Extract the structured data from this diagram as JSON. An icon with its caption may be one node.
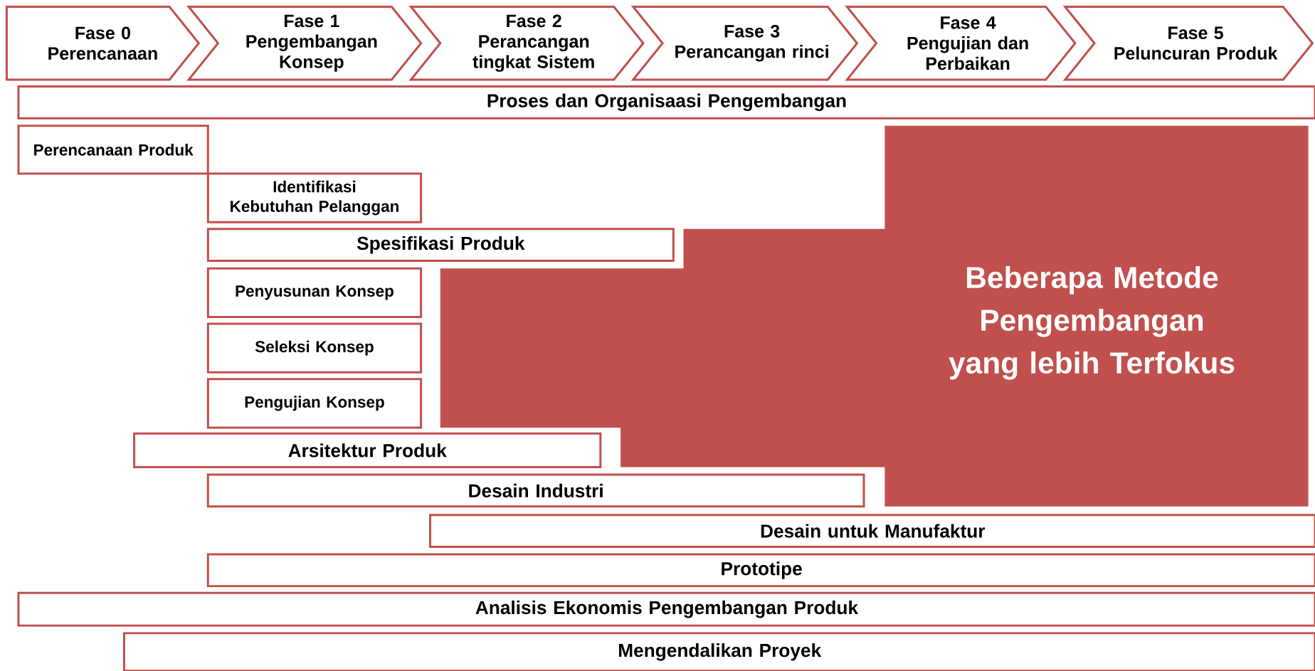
{
  "diagram": {
    "nodes": [
      {
        "text": [
          "Fase 0",
          "Perencanaan"
        ]
      },
      {
        "text": [
          "Fase 1",
          "Pengembangan Konsep"
        ]
      },
      {
        "text": [
          "Fase 2",
          "Perancangan tingkat Sistem"
        ]
      },
      {
        "text": [
          "Fase 3",
          "Perancangan rinci"
        ]
      },
      {
        "text": [
          "Fase 4",
          "Pengujian dan Perbaikan"
        ]
      },
      {
        "text": [
          "Fase 5",
          "Peluncuran Produk"
        ]
      },
      {
        "text": [
          "Proses dan Organisaasi Pengembangan"
        ]
      },
      {
        "text": [
          "Perencanaan Produk"
        ]
      },
      {
        "text": [
          "Identifikasi Kebutuhan Pelanggan"
        ]
      },
      {
        "text": [
          "Spesifikasi Produk"
        ]
      },
      {
        "text": [
          "Penyusunan Konsep"
        ]
      },
      {
        "text": [
          "Seleksi Konsep"
        ]
      },
      {
        "text": [
          "Pengujian Konsep"
        ]
      },
      {
        "text": [
          "Arsitektur Produk"
        ]
      },
      {
        "text": [
          "Desain Industri"
        ]
      },
      {
        "text": [
          "Desain untuk Manufaktur"
        ]
      },
      {
        "text": [
          "Prototipe"
        ]
      },
      {
        "text": [
          "Analisis Ekonomis Pengembangan Produk"
        ]
      },
      {
        "text": [
          "Mengendalikan Proyek"
        ]
      },
      {
        "text": [
          "Beberapa Metode Pengembangan yang lebih Terfokus"
        ]
      }
    ]
  }
}
